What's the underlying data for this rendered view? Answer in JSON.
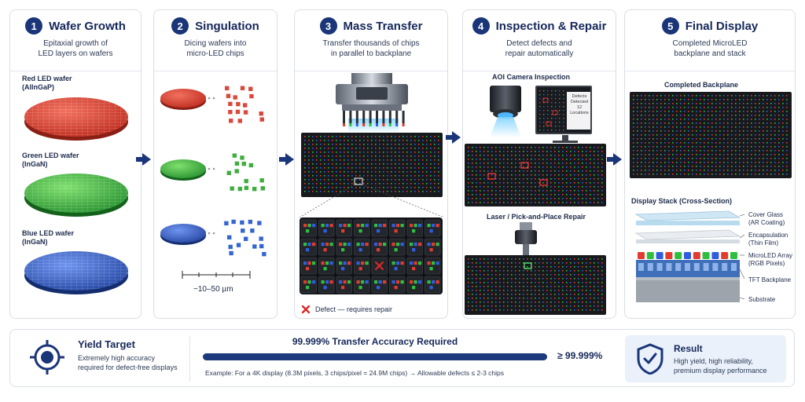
{
  "steps": [
    {
      "num": "1",
      "title": "Wafer Growth",
      "subtitle": "Epitaxial growth of\nLED layers on wafers",
      "wafers": [
        {
          "label": "Red LED wafer\n(AlInGaP)",
          "color": "#d53a2a"
        },
        {
          "label": "Green LED wafer\n(InGaN)",
          "color": "#2fa33a"
        },
        {
          "label": "Blue LED wafer\n(InGaN)",
          "color": "#2e57c2"
        }
      ]
    },
    {
      "num": "2",
      "title": "Singulation",
      "subtitle": "Dicing wafers into\nmicro-LED chips",
      "scale_label": "~10–50 µm"
    },
    {
      "num": "3",
      "title": "Mass Transfer",
      "subtitle": "Transfer thousands of chips\nin parallel to backplane",
      "defect_legend": "Defect — requires repair"
    },
    {
      "num": "4",
      "title": "Inspection & Repair",
      "subtitle": "Detect defects and\nrepair automatically",
      "aoi_label": "AOI Camera Inspection",
      "monitor_text": "Defects\nDetected\n12\nLocations",
      "repair_label": "Laser / Pick-and-Place Repair"
    },
    {
      "num": "5",
      "title": "Final Display",
      "subtitle": "Completed MicroLED\nbackplane and stack",
      "completed_label": "Completed Backplane",
      "stack_title": "Display Stack (Cross-Section)",
      "layers": [
        {
          "label": "Cover Glass\n(AR Coating)"
        },
        {
          "label": "Encapsulation\n(Thin Film)"
        },
        {
          "label": "MicroLED Array\n(RGB Pixels)"
        },
        {
          "label": "TFT Backplane"
        },
        {
          "label": "Substrate"
        }
      ]
    }
  ],
  "bottom": {
    "yield_title": "Yield Target",
    "yield_desc": "Extremely high accuracy\nrequired for defect-free displays",
    "accuracy_title": "99.999% Transfer Accuracy Required",
    "accuracy_value": "≥ 99.999%",
    "progress_fraction": 0.99999,
    "example": "Example: For a 4K display (8.3M pixels, 3 chips/pixel = 24.9M chips) → Allowable defects ≤ 2-3 chips",
    "result_title": "Result",
    "result_desc": "High yield, high reliability,\npremium display performance"
  },
  "colors": {
    "navy": "#1a3578",
    "led_red": "#e23b2f",
    "led_green": "#2fbf3f",
    "led_blue": "#2f5fe0",
    "defect": "#d92b2b"
  },
  "icons": [
    "chevron-right-icon",
    "target-icon",
    "shield-check-icon",
    "x-mark-icon"
  ]
}
